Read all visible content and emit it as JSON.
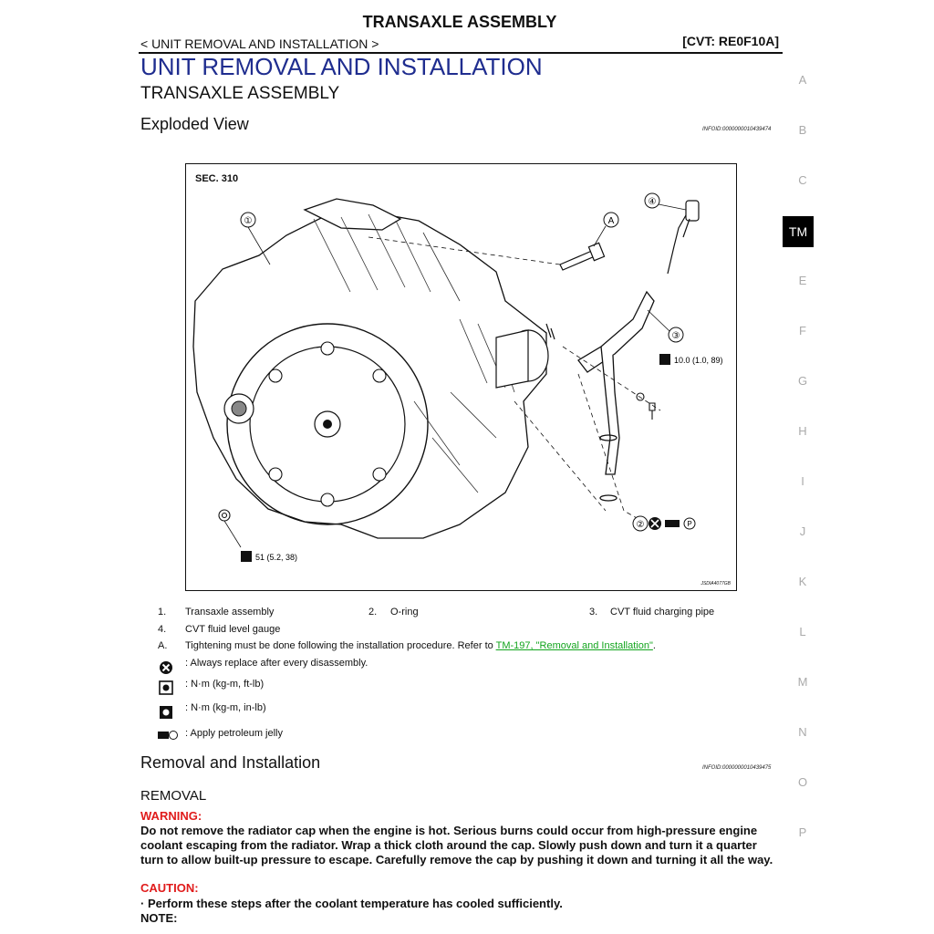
{
  "header": {
    "title": "TRANSAXLE ASSEMBLY",
    "breadcrumb": "< UNIT REMOVAL AND INSTALLATION >",
    "model_code": "[CVT: RE0F10A]"
  },
  "section": {
    "heading": "UNIT REMOVAL AND INSTALLATION",
    "subheading": "TRANSAXLE ASSEMBLY",
    "exploded_title": "Exploded View",
    "exploded_infoid": "INFOID:0000000010439474"
  },
  "side_index": {
    "letters": [
      "A",
      "B",
      "C",
      "TM",
      "E",
      "F",
      "G",
      "H",
      "I",
      "J",
      "K",
      "L",
      "M",
      "N",
      "O",
      "P"
    ],
    "active": "TM"
  },
  "figure": {
    "sec_label": "SEC. 310",
    "callouts": [
      "①",
      "②",
      "③",
      "④",
      "A"
    ],
    "torque_upper": "10.0 (1.0, 89)",
    "torque_lower": "51 (5.2, 38)",
    "figure_ref": "JSDIA4077GB"
  },
  "legend": {
    "item1_num": "1.",
    "item1_text": "Transaxle assembly",
    "item2_num": "2.",
    "item2_text": "O-ring",
    "item3_num": "3.",
    "item3_text": "CVT fluid charging pipe",
    "item4_num": "4.",
    "item4_text": "CVT fluid level gauge",
    "itemA_num": "A.",
    "itemA_text": "Tightening must be done following the installation procedure. Refer to",
    "itemA_link": "TM-197, \"Removal and Installation\"",
    "itemA_end": ".",
    "sym_replace": ": Always replace after every disassembly.",
    "sym_nm_ftlb": ": N·m (kg-m, ft-lb)",
    "sym_nm_inlb": ": N·m (kg-m, in-lb)",
    "sym_jelly": ": Apply petroleum jelly"
  },
  "removal": {
    "title": "Removal and Installation",
    "infoid": "INFOID:0000000010439475",
    "subtitle": "REMOVAL",
    "warning_label": "WARNING:",
    "warning_text": "Do not remove the radiator cap when the engine is hot. Serious burns could occur from high-pressure engine coolant escaping from the radiator. Wrap a thick cloth around the cap. Slowly push down and turn it a quarter turn to allow built-up pressure to escape. Carefully remove the cap by pushing it down and turning it all the way.",
    "caution_label": "CAUTION:",
    "caution_text": "· Perform these steps after the coolant temperature has cooled sufficiently.",
    "note_label": "NOTE:"
  },
  "colors": {
    "heading_blue": "#1f2d8f",
    "warning_red": "#e01b1b",
    "link_green": "#13a51e",
    "side_inactive": "#aaaaaa"
  }
}
